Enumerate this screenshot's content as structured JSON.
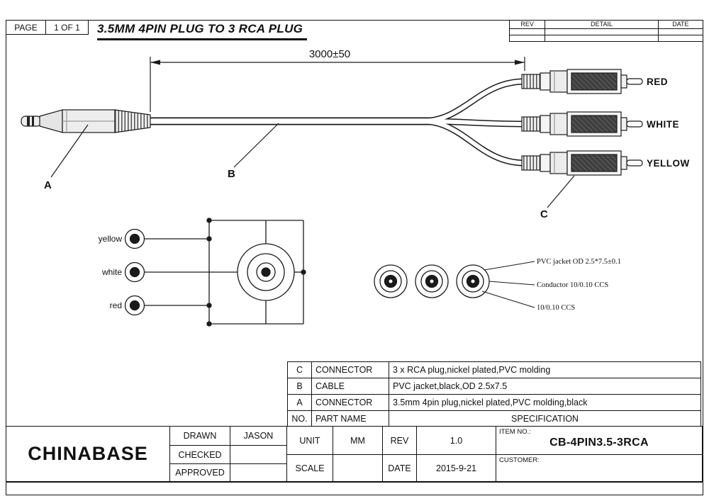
{
  "header": {
    "page_label": "PAGE",
    "page_value": "1 OF 1",
    "title": "3.5MM 4PIN PLUG TO 3 RCA PLUG",
    "rev_col": "REV",
    "detail_col": "DETAIL",
    "date_col": "DATE"
  },
  "drawing": {
    "dimension_label": "3000±50",
    "callout_a": "A",
    "callout_b": "B",
    "callout_c": "C",
    "rca_red": "RED",
    "rca_white": "WHITE",
    "rca_yellow": "YELLOW",
    "pin_yellow": "yellow",
    "pin_white": "white",
    "pin_red": "red",
    "ann_jacket": "PVC jacket OD 2.5*7.5±0.1",
    "ann_conductor": "Conductor 10/0.10 CCS",
    "ann_ccs": "10/0.10 CCS"
  },
  "spec_table": {
    "rows": [
      {
        "no": "C",
        "part": "CONNECTOR",
        "spec": "3 x RCA plug,nickel plated,PVC molding"
      },
      {
        "no": "B",
        "part": "CABLE",
        "spec": "PVC jacket,black,OD 2.5x7.5"
      },
      {
        "no": "A",
        "part": "CONNECTOR",
        "spec": "3.5mm 4pin plug,nickel plated,PVC molding,black"
      }
    ],
    "footer": {
      "no": "NO.",
      "part": "PART NAME",
      "spec": "SPECIFICATION"
    }
  },
  "title_block": {
    "company": "CHINABASE",
    "drawn_label": "DRAWN",
    "drawn_value": "JASON",
    "checked_label": "CHECKED",
    "approved_label": "APPROVED",
    "unit_label": "UNIT",
    "unit_value": "MM",
    "rev_label": "REV",
    "rev_value": "1.0",
    "scale_label": "SCALE",
    "date_label": "DATE",
    "date_value": "2015-9-21",
    "item_label": "ITEM NO.:",
    "item_value": "CB-4PIN3.5-3RCA",
    "customer_label": "CUSTOMER:"
  }
}
